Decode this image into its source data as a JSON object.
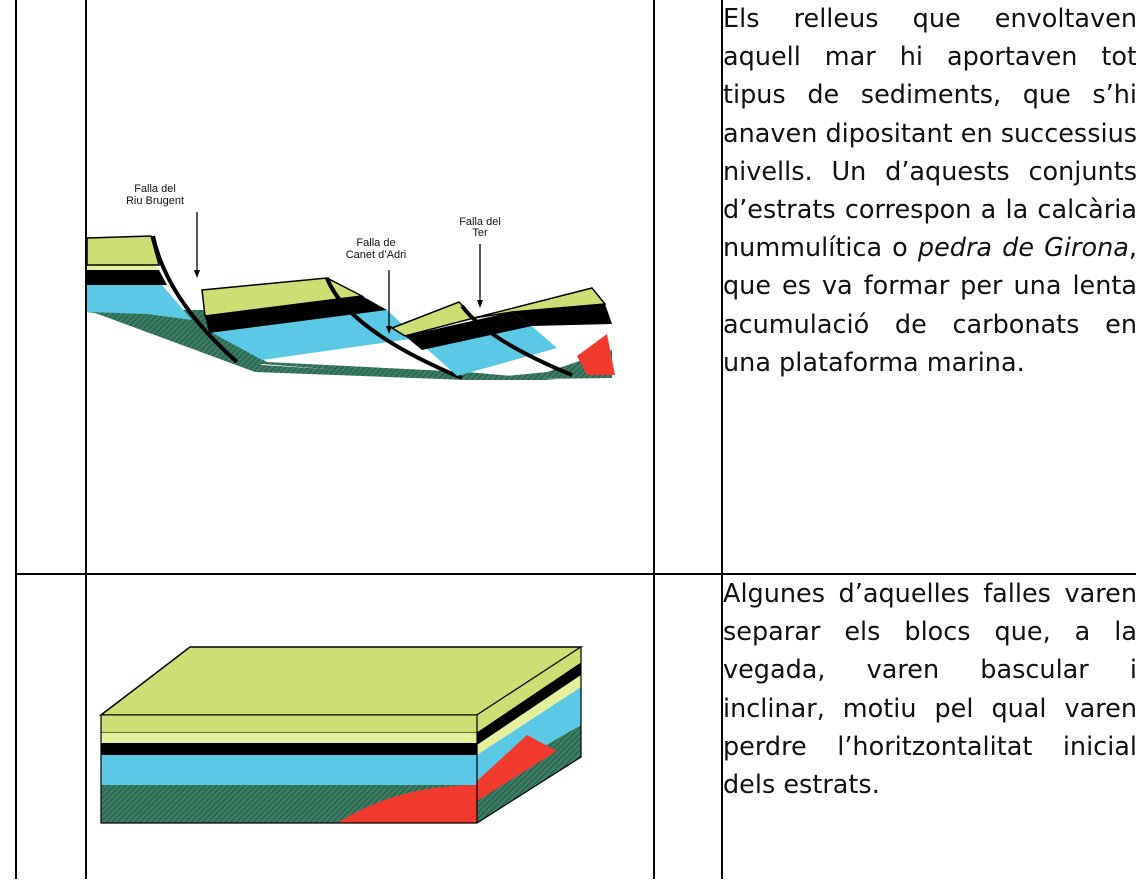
{
  "rows": [
    {
      "diagram": {
        "labels": {
          "fault1_line1": "Falla del",
          "fault1_line2": "Riu Brugent",
          "fault2_line1": "Falla de",
          "fault2_line2": "Canet d’Adri",
          "fault3_line1": "Falla del",
          "fault3_line2": "Ter"
        }
      },
      "text": {
        "part1": "Els relleus que envoltaven aquell mar hi aportaven tot tipus de sediments, que s’hi anaven dipositant en successius nivells. Un d’aquests conjunts d’estrats correspon a la calcària nummulítica o ",
        "emphasis": "pedra de Girona",
        "part2": ", que es va formar per una lenta acumulació de carbonats en una plataforma marina."
      }
    },
    {
      "text": {
        "body": "Algunes d’aquelles falles varen separar els blocs que, a la vegada, varen bascular i inclinar, motiu pel qual varen  perdre l’horitzontalitat inicial dels estrats."
      }
    }
  ],
  "colors": {
    "green_layer": "#cddf74",
    "green_light": "#e6ef9c",
    "black_layer": "#000000",
    "blue_layer": "#5bc8e6",
    "dark_layer": "#2f6e58",
    "red_layer": "#f03a2e"
  }
}
